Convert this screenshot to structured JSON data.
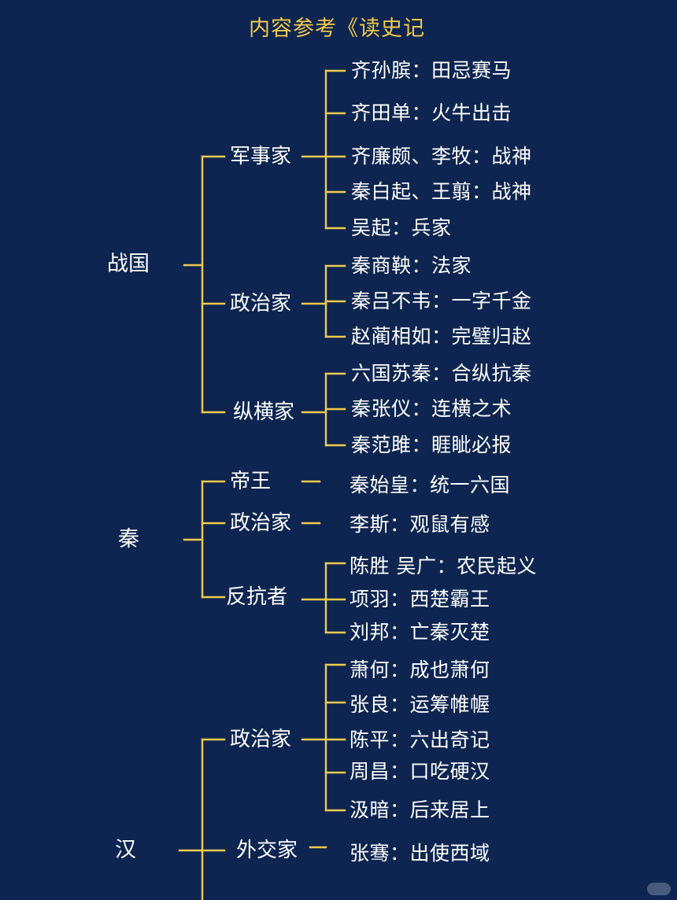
{
  "title": "内容参考《读史记",
  "eras": {
    "zhanguo": {
      "name": "战国",
      "military": {
        "role": "军事家",
        "items": [
          "齐孙膑：田忌赛马",
          "齐田单：火牛出击",
          "齐廉颇、李牧：战神",
          "秦白起、王翦：战神",
          "吴起：兵家"
        ]
      },
      "political": {
        "role": "政治家",
        "items": [
          "秦商鞅：法家",
          "秦吕不韦：一字千金",
          "赵蔺相如：完璧归赵"
        ]
      },
      "strategist": {
        "role": "纵横家",
        "items": [
          "六国苏秦：合纵抗秦",
          "秦张仪：连横之术",
          "秦范雎：睚眦必报"
        ]
      }
    },
    "qin": {
      "name": "秦",
      "emperor": {
        "role": "帝王",
        "items": [
          "秦始皇：统一六国"
        ]
      },
      "political": {
        "role": "政治家",
        "items": [
          "李斯：观鼠有感"
        ]
      },
      "rebels": {
        "role": "反抗者",
        "items": [
          "陈胜 吴广：农民起义",
          "项羽：西楚霸王",
          "刘邦：亡秦灭楚"
        ]
      }
    },
    "han": {
      "name": "汉",
      "political": {
        "role": "政治家",
        "items": [
          "萧何：成也萧何",
          "张良：运筹帷幄",
          "陈平：六出奇记",
          "周昌：口吃硬汉",
          "汲暗：后来居上"
        ]
      },
      "diplomat": {
        "role": "外交家",
        "items": [
          "张骞：出使西域"
        ]
      }
    }
  },
  "line_color": "#f2c94c",
  "background_color": "#0d2550"
}
